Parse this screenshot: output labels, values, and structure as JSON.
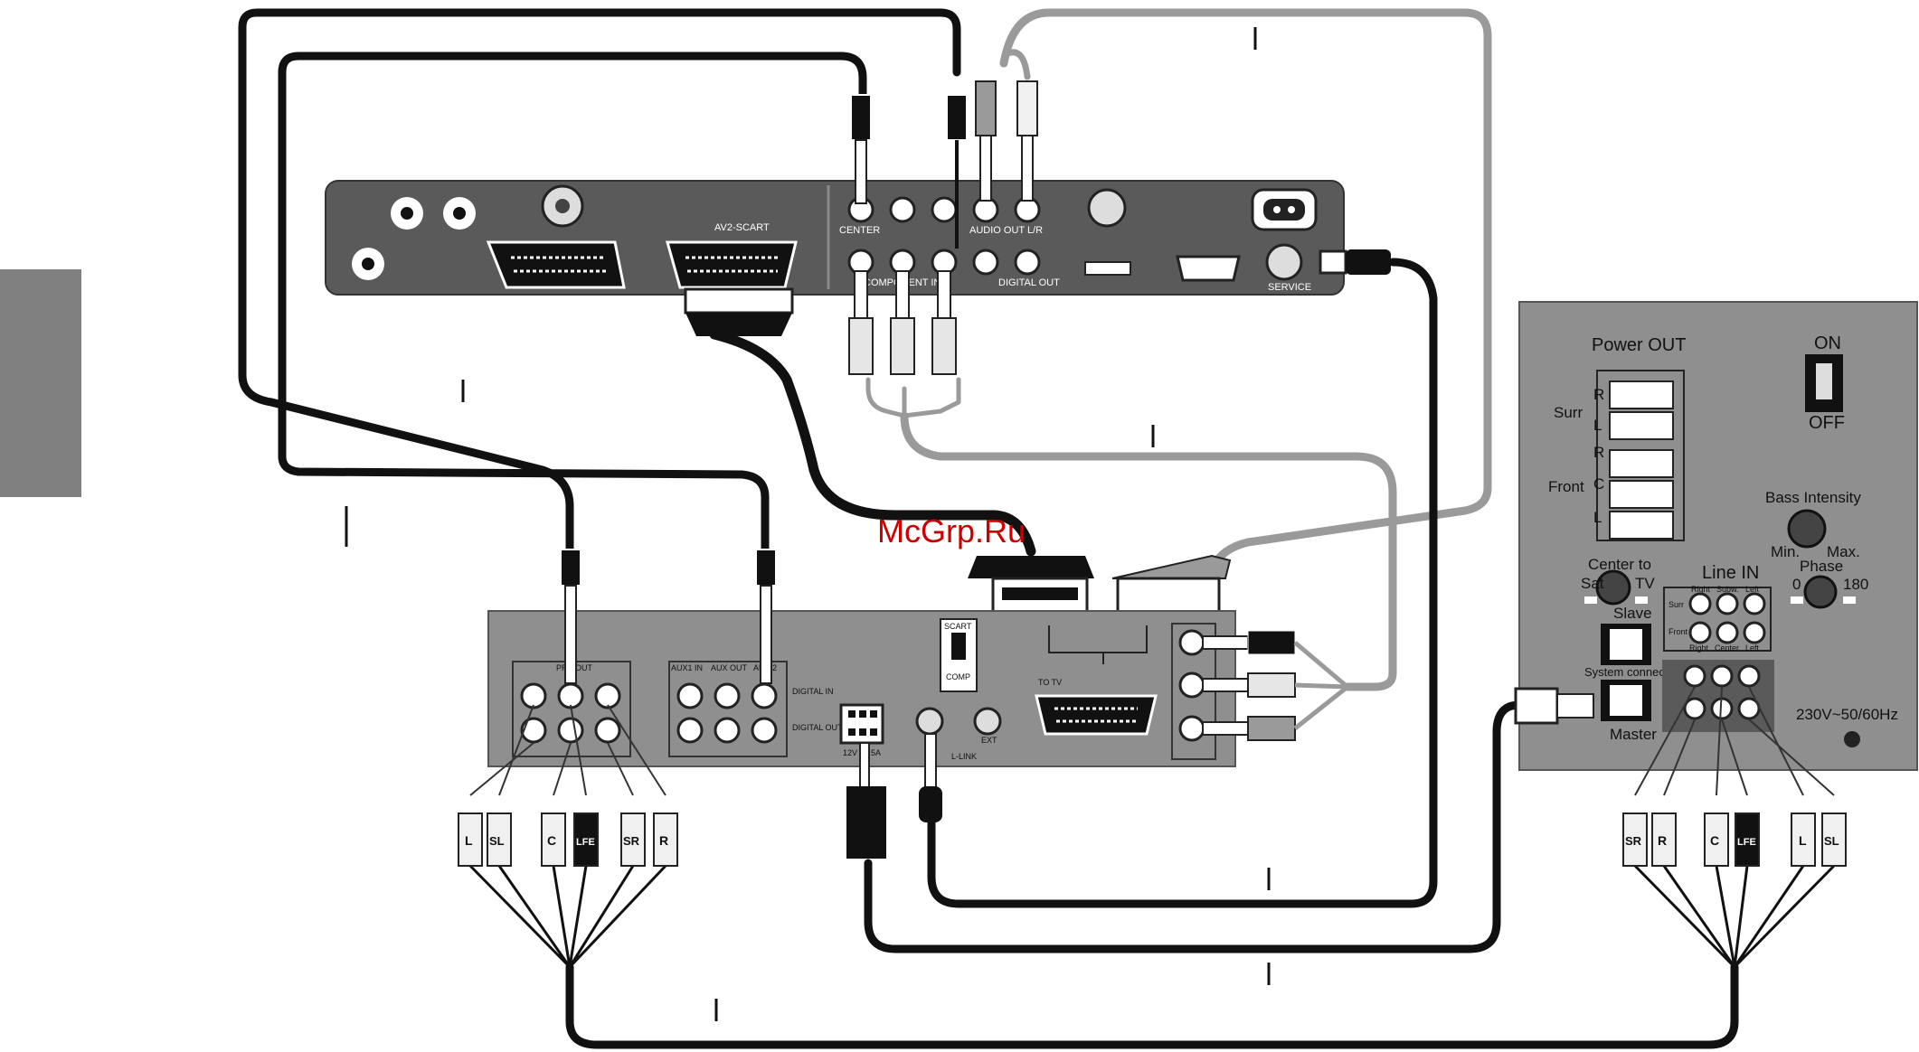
{
  "watermark": "McGrp.Ru",
  "tv_panel": {
    "av2_scart": "AV2-SCART",
    "center": "CENTER",
    "audio_out_lr": "AUDIO OUT L/R",
    "component_in": "COMPONENT  IN",
    "digital_out": "DIGITAL OUT",
    "service": "SERVICE"
  },
  "receiver_panel": {
    "pre_out": "PRE OUT",
    "aux1_in": "AUX1 IN",
    "aux_out": "AUX OUT",
    "aux2": "AUX 2",
    "digital_in": "DIGITAL IN",
    "digital_out": "DIGITAL OUT",
    "to_tv": "TO TV",
    "voltage_label": "12V / 0.5A",
    "l_link": "L-LINK",
    "ext": "EXT",
    "switch_top": "SCART",
    "switch_bottom": "COMP"
  },
  "subwoofer_panel": {
    "power_out": "Power OUT",
    "on": "ON",
    "off": "OFF",
    "surr": "Surr",
    "front": "Front",
    "r": "R",
    "c": "C",
    "l": "L",
    "bass_intensity": "Bass Intensity",
    "min": "Min.",
    "max": "Max.",
    "center_to": "Center to",
    "sat": "Sat",
    "tv": "TV",
    "line_in": "Line IN",
    "phase": "Phase",
    "phase_0": "0",
    "phase_180": "180",
    "right": "Right",
    "subw": "Subw.",
    "left": "Left",
    "front_row": "Front",
    "surr_row": "Surr",
    "center": "Center",
    "slave": "Slave",
    "system_connector": "System connector",
    "master": "Master",
    "mains": "230V~50/60Hz"
  },
  "plug_labels_left": [
    "L",
    "SL",
    "C",
    "LFE",
    "SR",
    "R"
  ],
  "plug_labels_right": [
    "SR",
    "R",
    "C",
    "LFE",
    "L",
    "SL"
  ],
  "colors": {
    "cable_black": "#111111",
    "cable_grey": "#9a9a9a",
    "panel_dark": "#5a5a5a",
    "panel_mid": "#8f8f8f",
    "plug_white": "#f0f0f0",
    "side_tab": "#808080",
    "watermark": "#cc0000"
  }
}
